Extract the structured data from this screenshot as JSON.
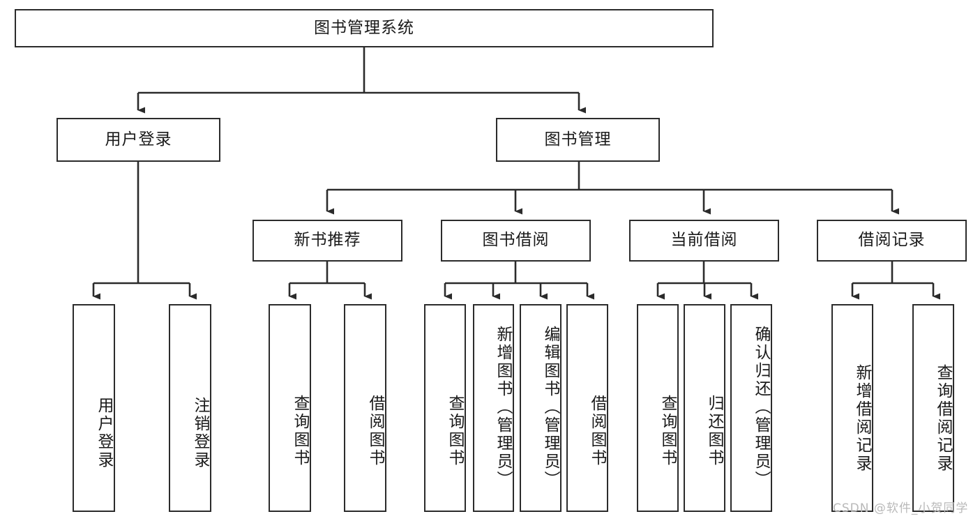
{
  "diagram": {
    "type": "tree",
    "title": "图书管理系统",
    "orientation": "top-down",
    "colors": {
      "box_border": "#2b2b2b",
      "box_fill": "#ffffff",
      "edge": "#2b2b2b",
      "text": "#1a1a1a",
      "watermark": "#b9b9b9",
      "background": "#ffffff"
    },
    "watermark": "CSDN @软件_小贺同学",
    "nodes": {
      "root": {
        "label": "图书管理系统",
        "level": 0
      },
      "l1": [
        {
          "id": "user-login",
          "label": "用户登录",
          "level": 1
        },
        {
          "id": "book-manage",
          "label": "图书管理",
          "level": 1
        }
      ],
      "l2": [
        {
          "id": "new-book-recommend",
          "label": "新书推荐",
          "level": 2,
          "parent": "book-manage"
        },
        {
          "id": "book-borrow",
          "label": "图书借阅",
          "level": 2,
          "parent": "book-manage"
        },
        {
          "id": "current-borrow",
          "label": "当前借阅",
          "level": 2,
          "parent": "book-manage"
        },
        {
          "id": "borrow-record",
          "label": "借阅记录",
          "level": 2,
          "parent": "book-manage"
        }
      ],
      "leaves": [
        {
          "id": "leaf-user-login",
          "label": "用户登录",
          "parent": "user-login"
        },
        {
          "id": "leaf-user-logout",
          "label": "注销登录",
          "parent": "user-login"
        },
        {
          "id": "leaf-query-book-1",
          "label": "查询图书",
          "parent": "new-book-recommend"
        },
        {
          "id": "leaf-borrow-book-1",
          "label": "借阅图书",
          "parent": "new-book-recommend"
        },
        {
          "id": "leaf-query-book-2",
          "label": "查询图书",
          "parent": "book-borrow"
        },
        {
          "id": "leaf-add-book",
          "label": "新增图书（管理员）",
          "parent": "book-borrow"
        },
        {
          "id": "leaf-edit-book",
          "label": "编辑图书（管理员）",
          "parent": "book-borrow"
        },
        {
          "id": "leaf-borrow-book-2",
          "label": "借阅图书",
          "parent": "book-borrow"
        },
        {
          "id": "leaf-query-book-3",
          "label": "查询图书",
          "parent": "current-borrow"
        },
        {
          "id": "leaf-return-book",
          "label": "归还图书",
          "parent": "current-borrow"
        },
        {
          "id": "leaf-confirm-return",
          "label": "确认归还（管理员）",
          "parent": "current-borrow"
        },
        {
          "id": "leaf-add-record",
          "label": "新增借阅记录",
          "parent": "borrow-record"
        },
        {
          "id": "leaf-query-record",
          "label": "查询借阅记录",
          "parent": "borrow-record"
        }
      ]
    }
  }
}
